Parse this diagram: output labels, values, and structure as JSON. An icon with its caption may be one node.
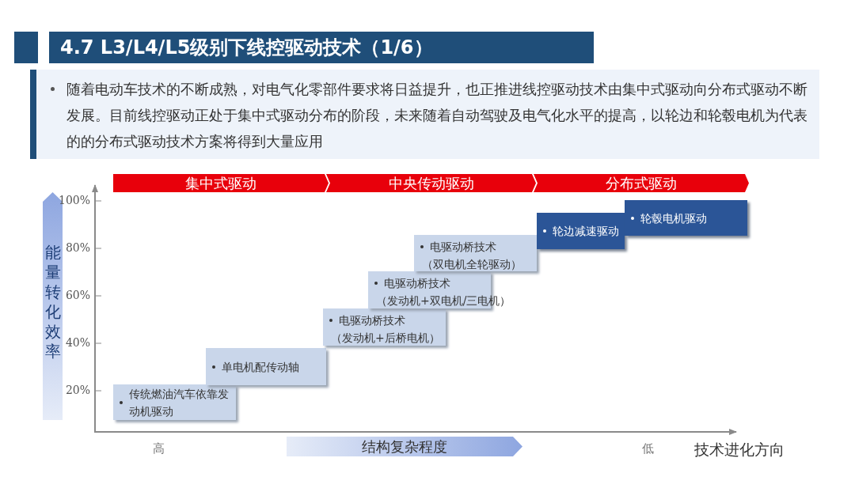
{
  "diagram": {
    "title": "4.7 L3/L4/L5级别下线控驱动技术（1/6）",
    "nodes": [
      {
        "text": [
          "集中式驱动"
        ]
      },
      {
        "text": [
          "中央传动驱动"
        ]
      },
      {
        "text": [
          "分布式驱动"
        ]
      },
      {
        "text": [
          "能量转化效率"
        ]
      },
      {
        "text": [
          "传统燃油汽车依靠发动机驱动"
        ]
      },
      {
        "text": [
          "单电机配传动轴"
        ]
      },
      {
        "text": [
          "电驱动桥技术",
          "（发动机+后桥电机）"
        ]
      },
      {
        "text": [
          "电驱动桥技术",
          "（发动机+双电机/三电机）"
        ]
      },
      {
        "text": [
          "电驱动桥技术",
          "（双电机全轮驱动）"
        ]
      },
      {
        "text": [
          "轮边减速驱动"
        ]
      },
      {
        "text": [
          "轮毂电机驱动"
        ]
      },
      {
        "text": [
          "结构复杂程度"
        ]
      }
    ],
    "labels": [
      "随着电动车技术的不断成熟，对电气化零部件要求将日益提升，也正推进线控驱动技术由集中式驱动向分布式驱动不断发展。目前线控驱动正处于集中式驱动分布的阶段，未来随着自动驾驶及电气化水平的提高，以轮边和轮毂电机为代表的的分布式驱动技术方案将得到大量应用",
      "100%",
      "80%",
      "60%",
      "40%",
      "20%",
      "高",
      "低",
      "技术进化方向"
    ]
  }
}
